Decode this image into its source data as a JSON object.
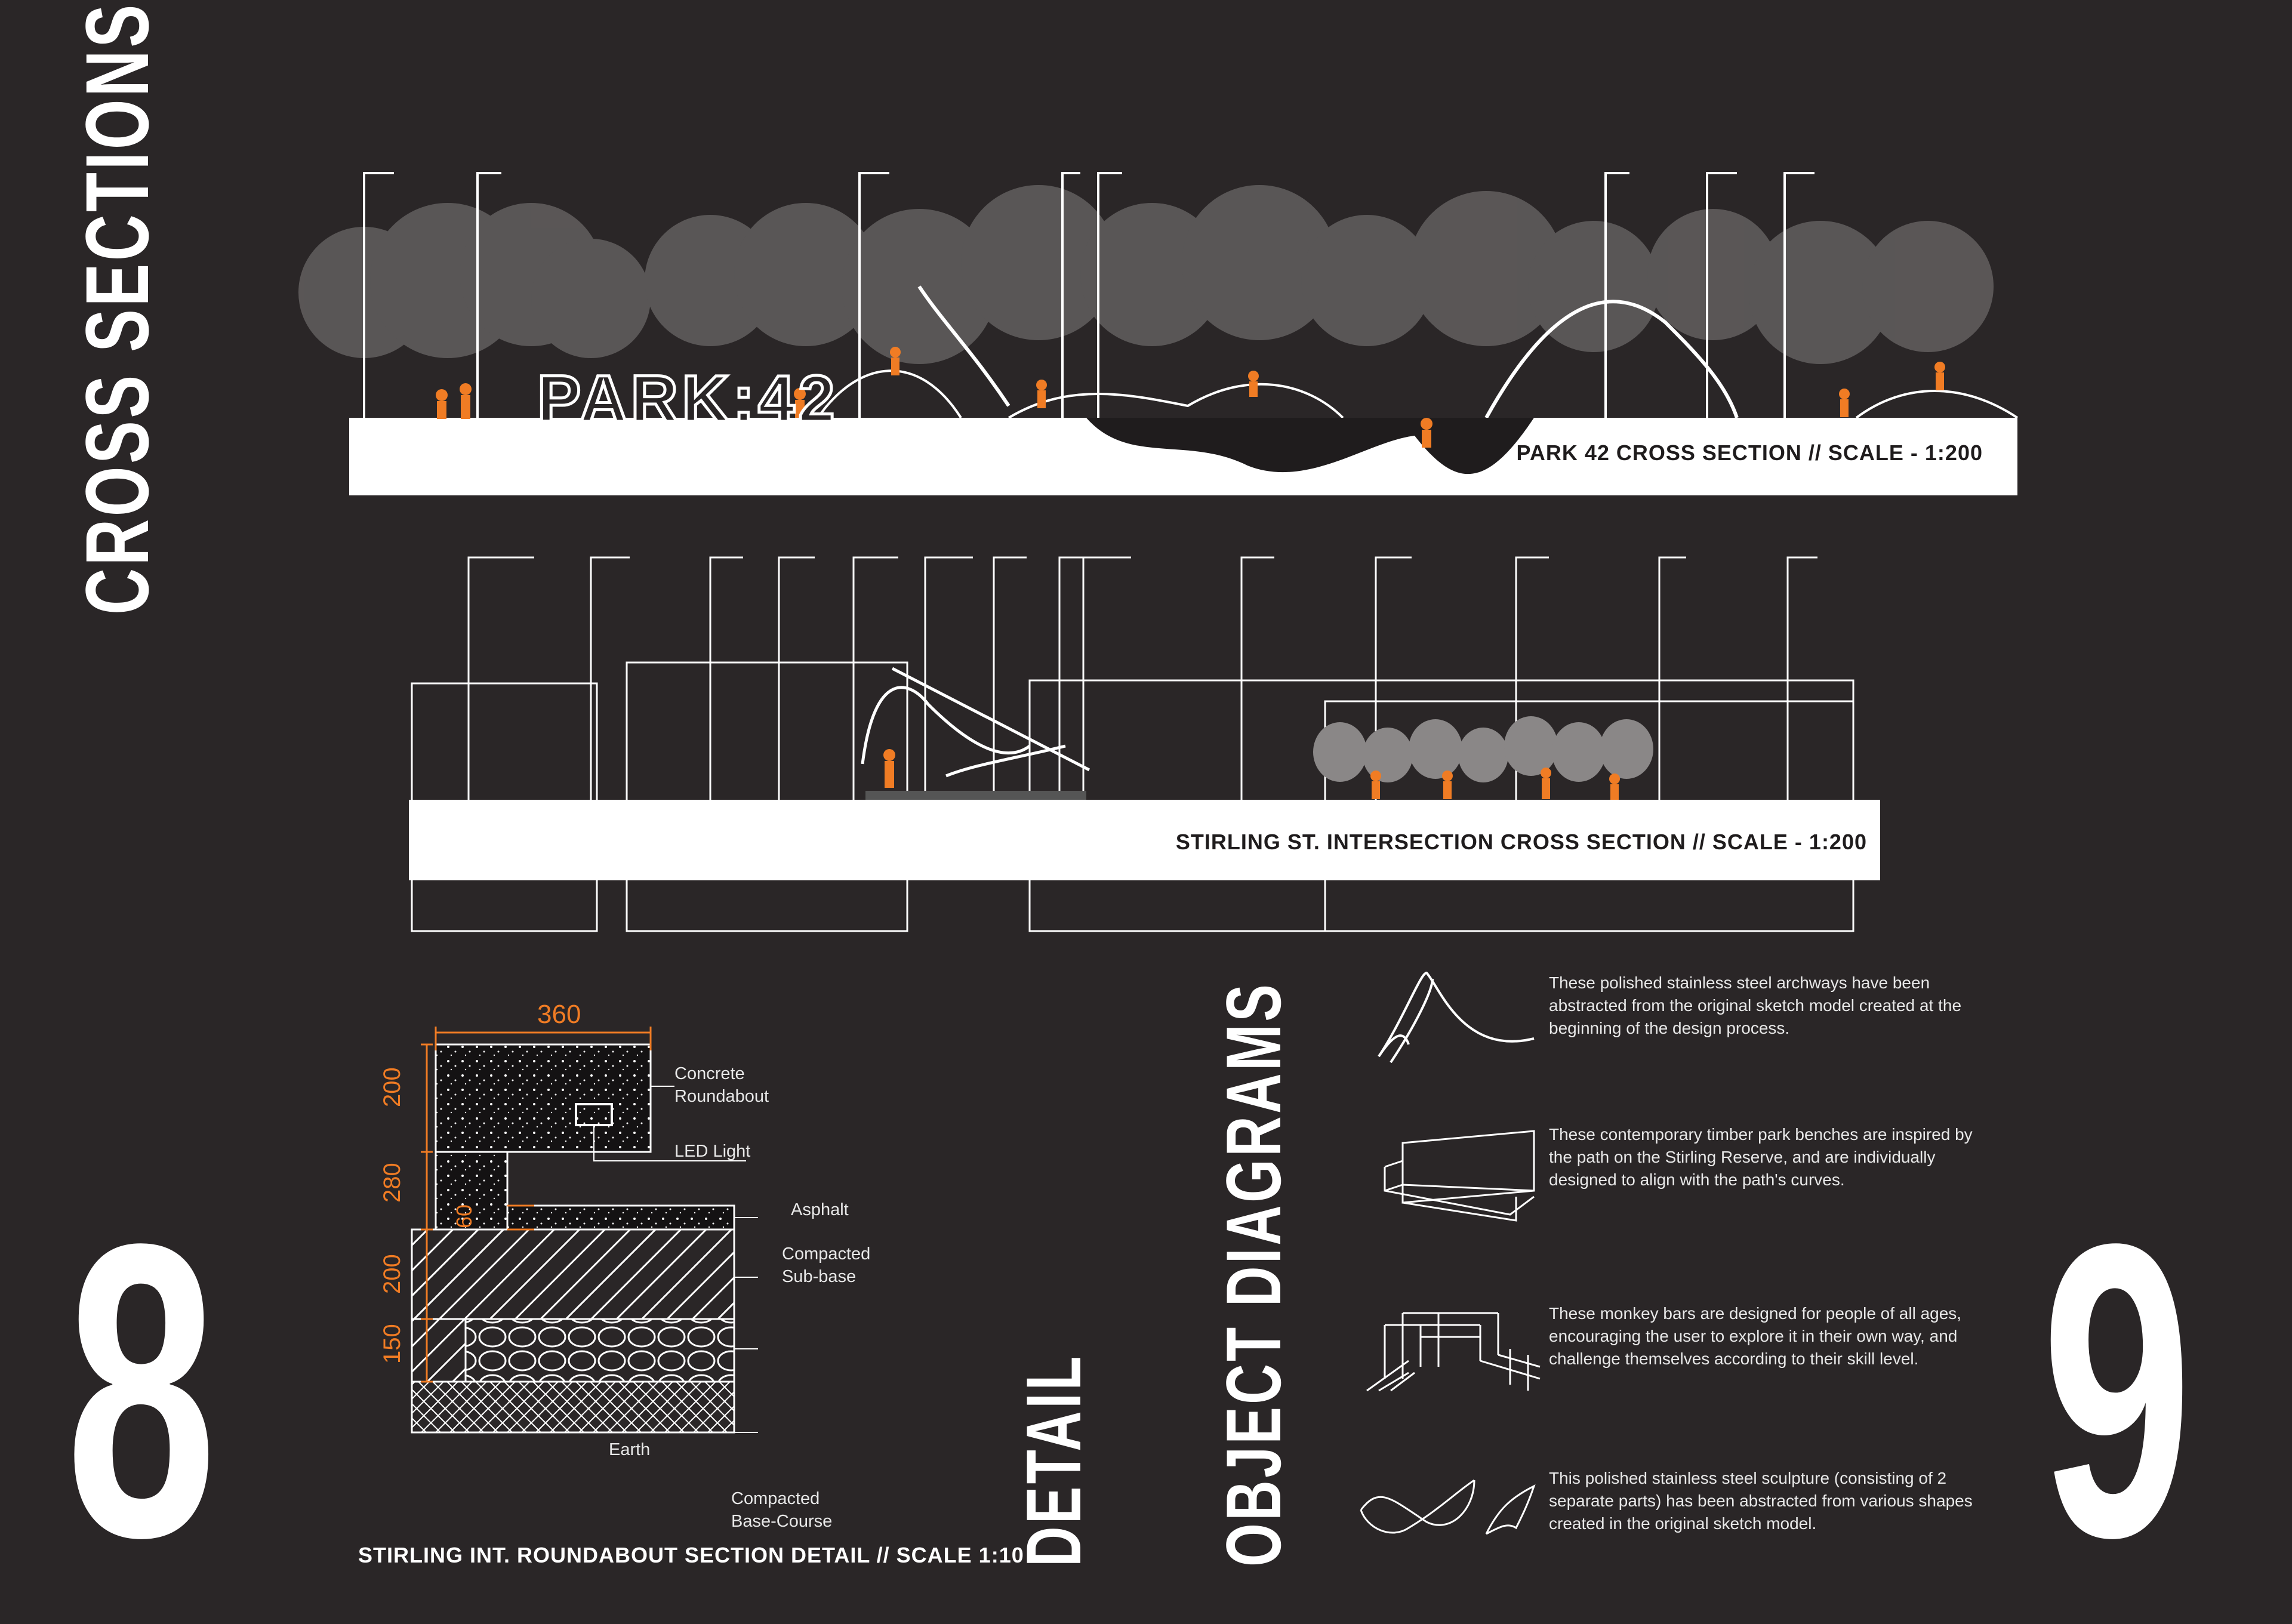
{
  "titles": {
    "cross_sections": "CROSS SECTIONS",
    "object_diagrams": "OBJECT DIAGRAMS",
    "detail": "DETAIL"
  },
  "page_numbers": {
    "left": "8",
    "right": "9"
  },
  "sections": {
    "park42": {
      "sign": "PARK:42",
      "caption": "PARK 42 CROSS SECTION // SCALE - 1:200"
    },
    "stirling": {
      "caption": "STIRLING ST. INTERSECTION CROSS SECTION // SCALE - 1:200"
    }
  },
  "detail": {
    "caption": "STIRLING INT. ROUNDABOUT SECTION DETAIL // SCALE 1:10",
    "dimensions": {
      "top": "360",
      "d200a": "200",
      "d280": "280",
      "d60": "60",
      "d200b": "200",
      "d150": "150"
    },
    "labels": {
      "concrete": "Concrete\nRoundabout",
      "led": "LED Light",
      "asphalt": "Asphalt",
      "subbase": "Compacted\nSub-base",
      "earth": "Earth",
      "basecourse": "Compacted\nBase-Course"
    }
  },
  "objects": [
    {
      "icon": "archway-icon",
      "text": "These polished stainless steel archways have been abstracted from the original sketch model created at the beginning of the design process."
    },
    {
      "icon": "bench-icon",
      "text": "These contemporary timber park benches are inspired by the path on the Stirling Reserve, and are individually designed to align with the path's curves."
    },
    {
      "icon": "monkey-bars-icon",
      "text": "These monkey bars are designed for people of all ages, encouraging the user to explore it in their own way, and challenge themselves according to their skill level."
    },
    {
      "icon": "sculpture-icon",
      "text": "This polished stainless steel sculpture (consisting of 2 separate parts) has been abstracted from various shapes created in the original sketch model."
    }
  ],
  "colors": {
    "background": "#2a2627",
    "accent": "#f07c24",
    "panel": "#ffffff",
    "tree": "#6b6969"
  }
}
